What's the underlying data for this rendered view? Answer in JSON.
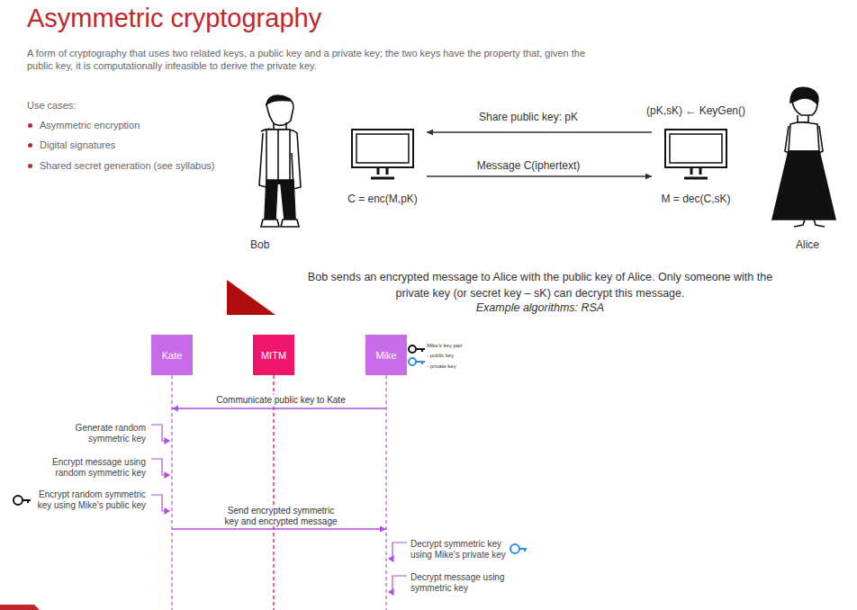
{
  "diagram": {
    "title": "Asymmetric cryptography",
    "nodes": [
      {
        "text": [
          "C = enc(M,pK)"
        ]
      },
      {
        "text": [
          "(pK,sK) ← KeyGen()",
          "M = dec(C,sK)"
        ]
      },
      {
        "text": [
          "Kate"
        ]
      },
      {
        "text": [
          "MITM"
        ]
      },
      {
        "text": [
          "Mike"
        ]
      }
    ],
    "edges": [
      {
        "from": 1,
        "to": 0,
        "arrow": "to",
        "label": "Share public key: pK"
      },
      {
        "from": 0,
        "to": 1,
        "arrow": "to",
        "label": "Message C(iphertext)"
      },
      {
        "from": 4,
        "to": 2,
        "arrow": "to",
        "label": "Communicate public key to Kate"
      },
      {
        "from": 2,
        "to": 4,
        "arrow": "to",
        "label": "Send encrypted symmetric key and encrypted message"
      }
    ],
    "labels": [
      "A form of cryptography that uses two related keys, a public key and a private key; the two keys have the property that, given the public key, it is computationally infeasible to derive the private key.",
      "Use cases:",
      "Asymmetric encryption",
      "Digital signatures",
      "Shared secret generation (see syllabus)",
      "Bob",
      "Alice",
      "Bob sends an encrypted message to Alice with the public key of Alice. Only someone with the private key (or secret key – sK) can decrypt this message.",
      "Example algorithms: RSA",
      "Mike's key pair",
      "- public key",
      "- private key",
      "Generate random symmetric key",
      "Encrypt message using random symmetric key",
      "Encrypt random symmetric key using Mike's public key",
      "Decrypt symmetric key using Mike's private key",
      "Decrypt message using symmetric key"
    ]
  }
}
